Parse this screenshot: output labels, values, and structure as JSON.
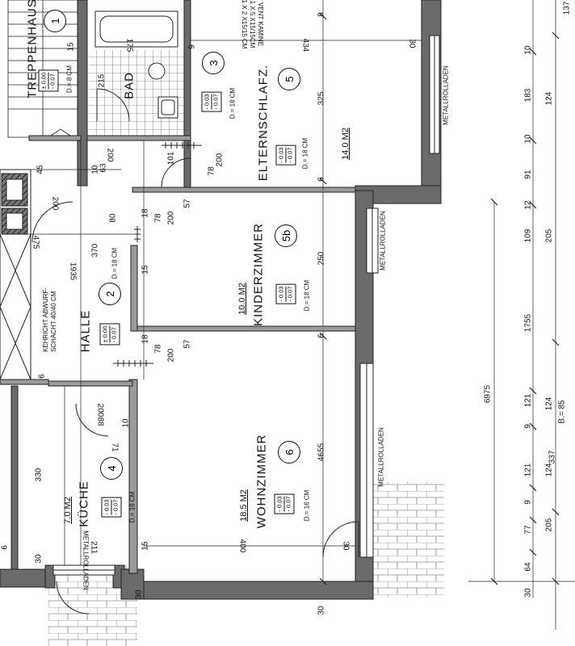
{
  "stairs": {
    "label": "TREPPENHAUS",
    "number": "1",
    "elev1": "± 0.00",
    "elev2": "- 0.07",
    "ceiling": "D.= 8 CM"
  },
  "vent": {
    "line1": "VENT KAMINE",
    "line2": "1 X 5 X15/15CM",
    "line3": "1 X 2 X15/15 CM"
  },
  "rooms": [
    {
      "id": "bad",
      "name": "BAD",
      "number": "3",
      "area": "",
      "elev1": "- 0.03",
      "elev2": "- 0.07",
      "ceiling": "D.= 18 CM"
    },
    {
      "id": "elternschlafzimmer",
      "name": "ELTERNSCHLAFZ.",
      "number": "5",
      "area": "14.0 M2",
      "elev1": "- 0.03",
      "elev2": "- 0.07",
      "ceiling": "D.= 18 CM"
    },
    {
      "id": "kinderzimmer",
      "name": "KINDERZIMMER",
      "number": "5b",
      "area": "10.0 M2",
      "elev1": "- 0.03",
      "elev2": "- 0.07",
      "ceiling": "D.= 18 CM"
    },
    {
      "id": "halle",
      "name": "HALLE",
      "number": "2",
      "area": "",
      "elev1": "± 0.00",
      "elev2": "- 0.07",
      "ceiling": "D.= 18 CM"
    },
    {
      "id": "wohnzimmer",
      "name": "WOHNZIMMER",
      "number": "6",
      "area": "18.5 M2",
      "elev1": "- 0.03",
      "elev2": "- 0.07",
      "ceiling": "D.= 16 CM"
    },
    {
      "id": "kueche",
      "name": "KÜCHE",
      "number": "4",
      "area": "7.0 M2",
      "elev1": "- 0.03",
      "elev2": "- 0.07",
      "ceiling": "D.= 16 CM"
    }
  ],
  "shaft": {
    "line1": "KEHRICHT ABWURF-",
    "line2": "SCHACHT 40/40 CM"
  },
  "shutters": "METALLROLLADEN",
  "dims": {
    "d434": "434",
    "d325": "325",
    "d6": "6",
    "d8": "8",
    "d9": "9",
    "d30": "30",
    "d175": "175",
    "d215": "215",
    "d101": "101",
    "d200": "200",
    "d78": "78",
    "d63": "63",
    "d10": "10",
    "d15": "15",
    "d45": "45",
    "d80": "80",
    "d57": "57",
    "d18": "18",
    "d250": "250",
    "d370": "370",
    "d1935": "1935",
    "d475": "475",
    "d4655": "4655",
    "d400": "400",
    "d211": "211",
    "d330": "330",
    "d88": "88",
    "d71": "71",
    "d6975": "6975",
    "d1755": "1755",
    "d121": "121",
    "d124": "124",
    "d337": "337",
    "d77": "77",
    "d205": "205",
    "d64": "64",
    "d183": "183",
    "d91": "91",
    "d12": "12",
    "d109": "109",
    "d137": "137",
    "b85": "B.= 85"
  }
}
